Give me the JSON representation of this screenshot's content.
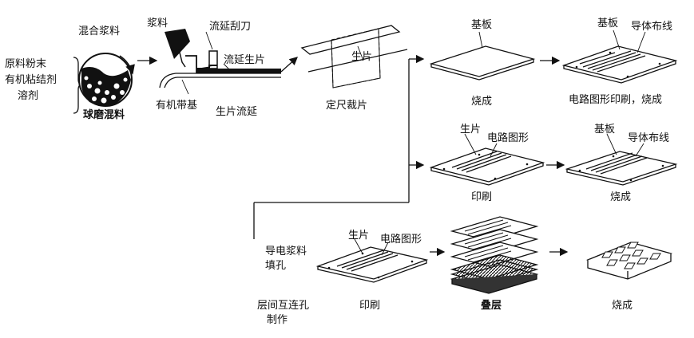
{
  "stage1": {
    "inputs": [
      "原料粉末",
      "有机粘结剂",
      "溶剂"
    ],
    "mix_slurry": "混合浆料",
    "ball_mill": "球磨混料"
  },
  "stage2": {
    "slurry": "浆料",
    "doctor_blade": "流延刮刀",
    "green_sheet": "流延生片",
    "carrier": "有机带基",
    "casting": "生片流延"
  },
  "stage3": {
    "sheet": "生片",
    "cutting": "定尺裁片"
  },
  "row1": {
    "substrate": "基板",
    "fire": "烧成",
    "substrate2": "基板",
    "conductor": "导体布线",
    "print_fire": "电路图形印刷，烧成"
  },
  "row2": {
    "sheet": "生片",
    "pattern": "电路图形",
    "print": "印刷",
    "substrate": "基板",
    "conductor": "导体布线",
    "fire": "烧成"
  },
  "row3": {
    "via_fill": [
      "导电浆料",
      "填孔"
    ],
    "via_make": [
      "层间互连孔",
      "制作"
    ],
    "sheet": "生片",
    "pattern": "电路图形",
    "print": "印刷",
    "stack": "叠层",
    "fire": "烧成"
  }
}
